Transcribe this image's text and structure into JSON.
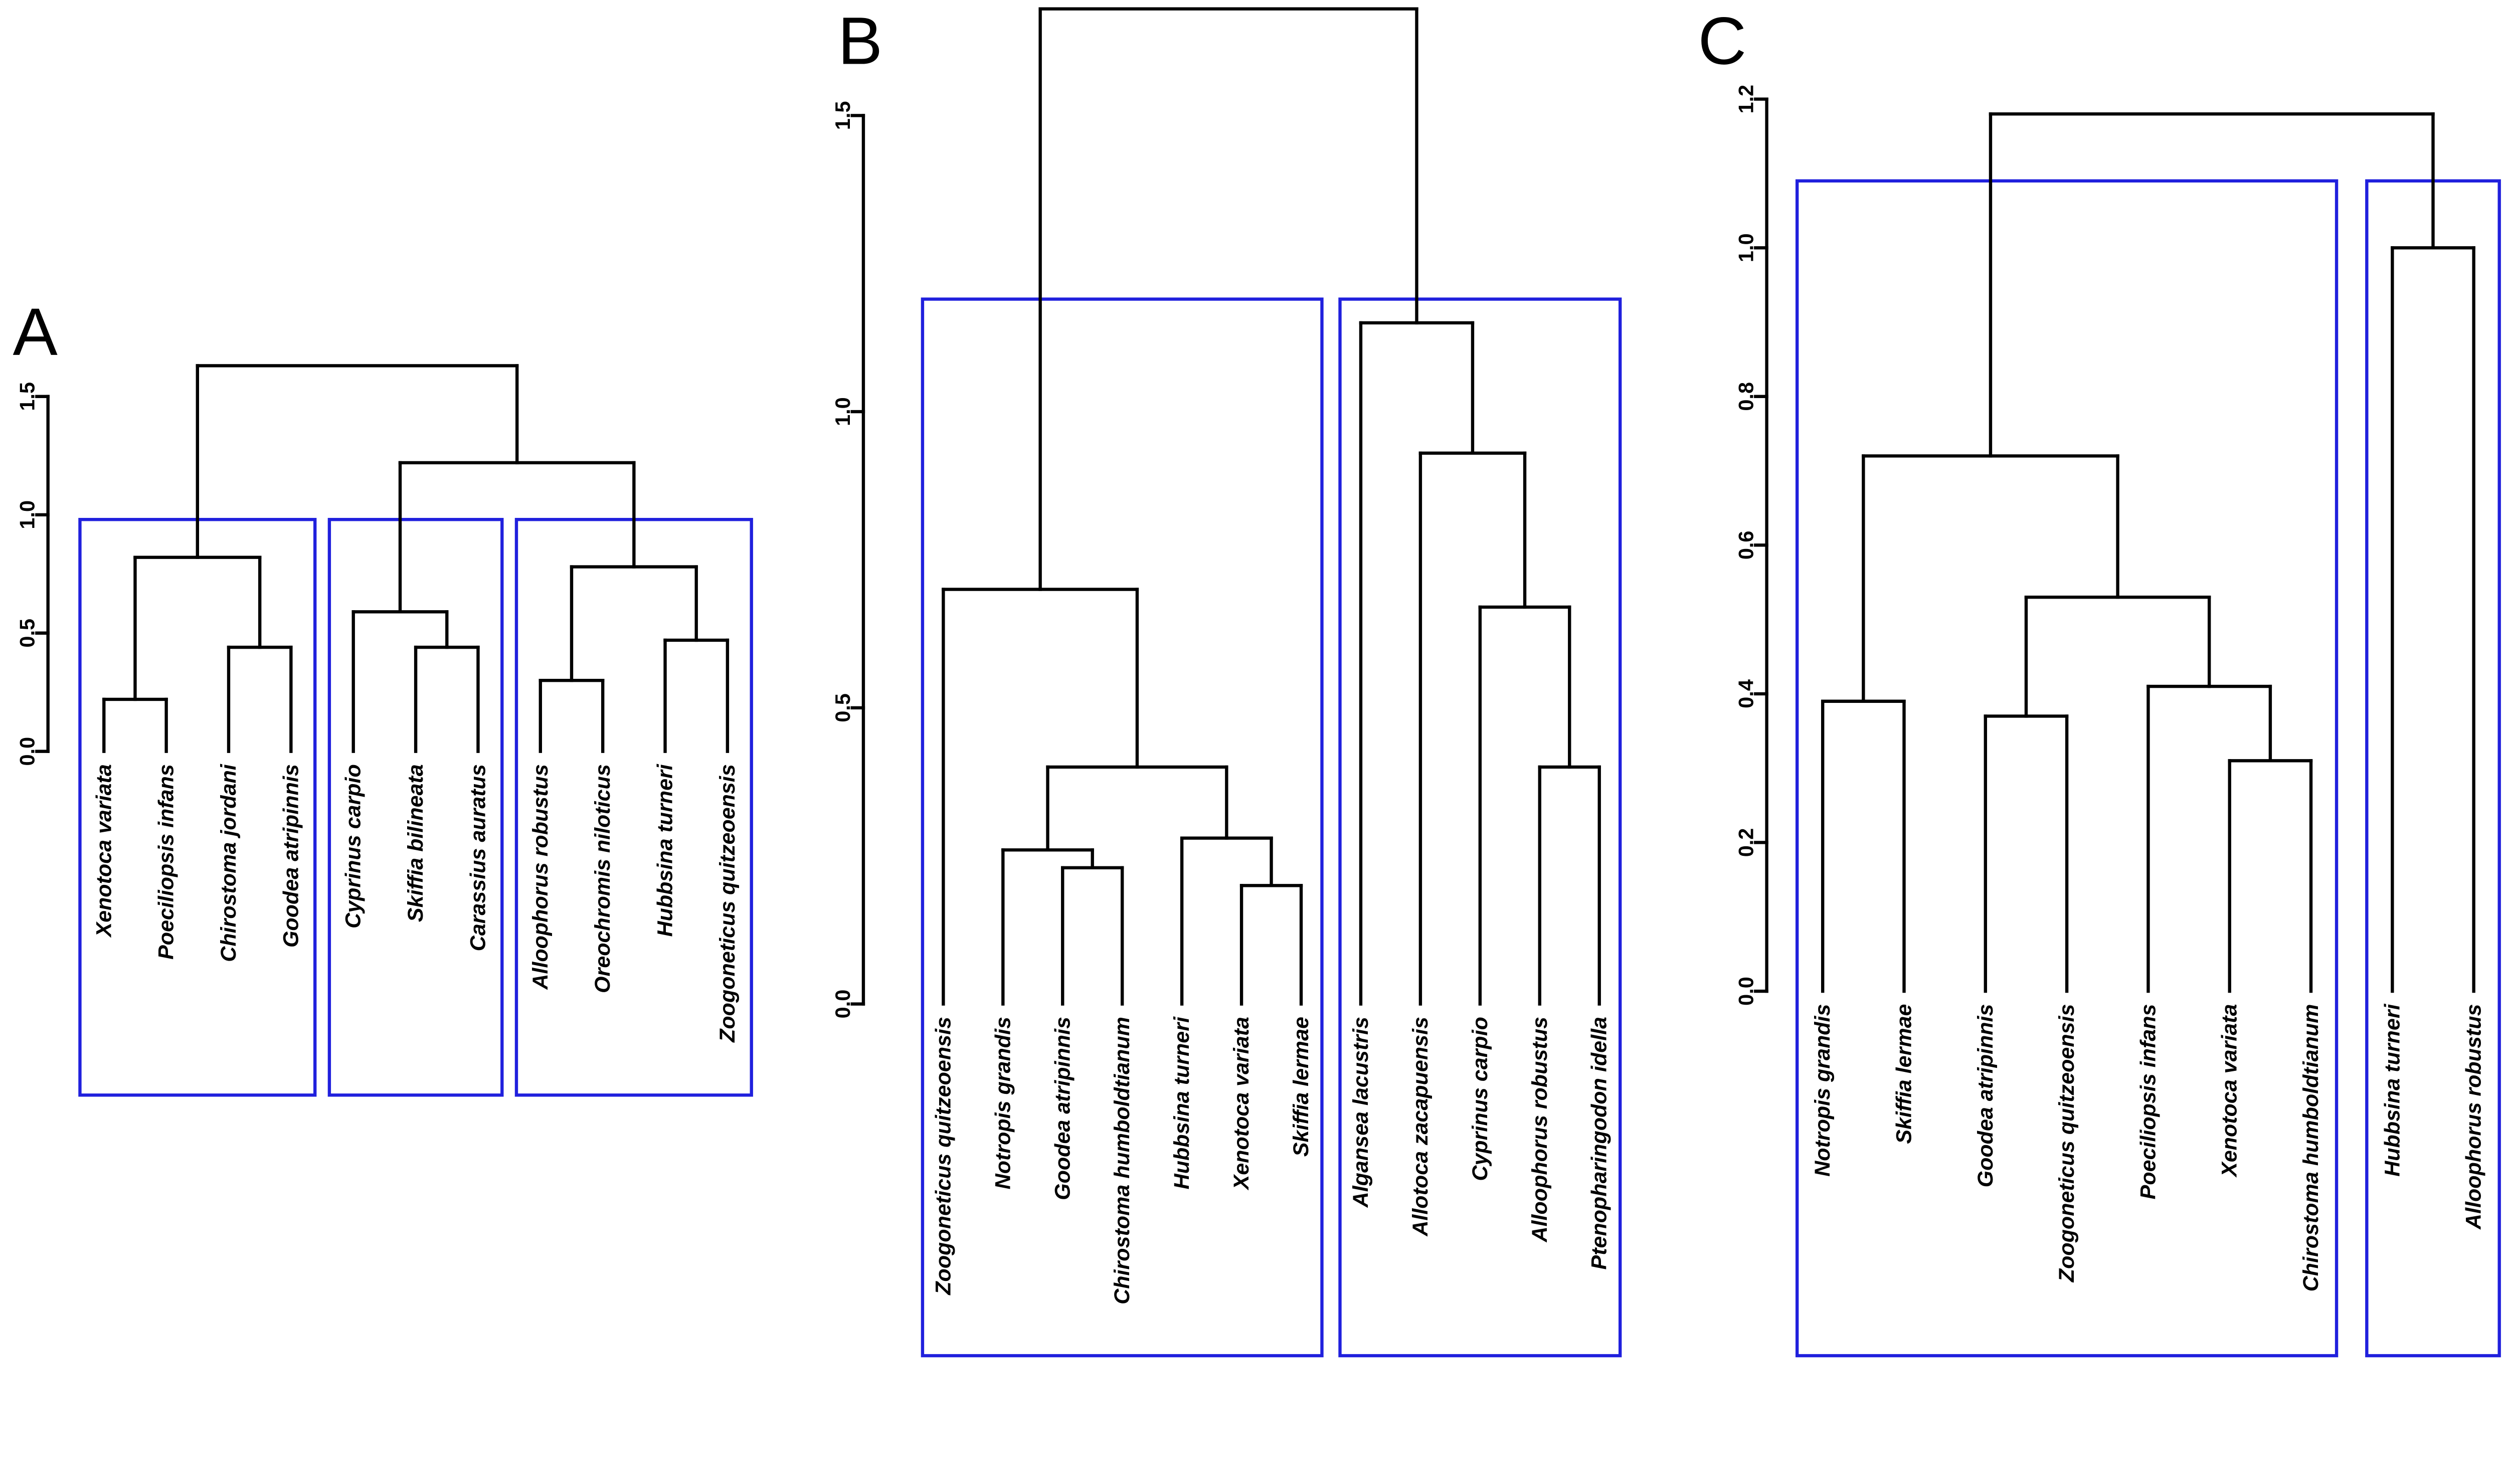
{
  "figure": {
    "title": "",
    "background": "#ffffff",
    "line_color": "#000000",
    "cluster_box_color": "#2020dd",
    "panel_labels": [
      "A",
      "B",
      "C"
    ]
  },
  "chart_data": [
    {
      "type": "dendrogram",
      "panel_label": "A",
      "ylabel": "",
      "axis_ticks": [
        "0.0",
        "0.5",
        "1.0",
        "1.5"
      ],
      "tick_values": [
        0,
        0.5,
        1.0,
        1.5
      ],
      "ylim": [
        0,
        1.7
      ],
      "leaves": [
        "Xenotoca variata",
        "Poeciliopsis infans",
        "Chirostoma jordani",
        "Goodea atripinnis",
        "Cyprinus carpio",
        "Skiffia bilineata",
        "Carassius auratus",
        "Alloophorus robustus",
        "Oreochromis niloticus",
        "Hubbsina turneri",
        "Zoogoneticus quitzeoensis"
      ],
      "tree": {
        "h": 1.63,
        "c": [
          {
            "h": 0.82,
            "c": [
              {
                "h": 0.22,
                "c": [
                  {
                    "i": 0
                  },
                  {
                    "i": 1
                  }
                ]
              },
              {
                "h": 0.44,
                "c": [
                  {
                    "i": 2
                  },
                  {
                    "i": 3
                  }
                ]
              }
            ]
          },
          {
            "h": 1.22,
            "c": [
              {
                "h": 0.59,
                "c": [
                  {
                    "i": 4
                  },
                  {
                    "h": 0.44,
                    "c": [
                      {
                        "i": 5
                      },
                      {
                        "i": 6
                      }
                    ]
                  }
                ]
              },
              {
                "h": 0.78,
                "c": [
                  {
                    "h": 0.3,
                    "c": [
                      {
                        "i": 7
                      },
                      {
                        "i": 8
                      }
                    ]
                  },
                  {
                    "h": 0.47,
                    "c": [
                      {
                        "i": 9
                      },
                      {
                        "i": 10
                      }
                    ]
                  }
                ]
              }
            ]
          }
        ]
      },
      "cluster_boxes": [
        {
          "from": 0,
          "to": 3,
          "top": 0.98
        },
        {
          "from": 4,
          "to": 6,
          "top": 0.98
        },
        {
          "from": 7,
          "to": 10,
          "top": 0.98
        }
      ]
    },
    {
      "type": "dendrogram",
      "panel_label": "B",
      "ylabel": "",
      "axis_ticks": [
        "0.0",
        "0.5",
        "1.0",
        "1.5"
      ],
      "tick_values": [
        0,
        0.5,
        1.0,
        1.5
      ],
      "ylim": [
        0,
        1.7
      ],
      "leaves": [
        "Zoogoneticus quitzeoensis",
        "Notropis grandis",
        "Goodea atripinnis",
        "Chirostoma humboldtianum",
        "Hubbsina turneri",
        "Xenotoca variata",
        "Skiffia lermae",
        "Algansea lacustris",
        "Allotoca zacapuensis",
        "Cyprinus carpio",
        "Alloophorus robustus",
        "Ptenopharingodon idella"
      ],
      "tree": {
        "h": 1.68,
        "c": [
          {
            "h": 0.7,
            "c": [
              {
                "i": 0
              },
              {
                "h": 0.4,
                "c": [
                  {
                    "h": 0.26,
                    "c": [
                      {
                        "i": 1
                      },
                      {
                        "h": 0.23,
                        "c": [
                          {
                            "i": 2
                          },
                          {
                            "i": 3
                          }
                        ]
                      }
                    ]
                  },
                  {
                    "h": 0.28,
                    "c": [
                      {
                        "i": 4
                      },
                      {
                        "h": 0.2,
                        "c": [
                          {
                            "i": 5
                          },
                          {
                            "i": 6
                          }
                        ]
                      }
                    ]
                  }
                ]
              }
            ]
          },
          {
            "h": 1.15,
            "c": [
              {
                "i": 7
              },
              {
                "h": 0.93,
                "c": [
                  {
                    "i": 8
                  },
                  {
                    "h": 0.67,
                    "c": [
                      {
                        "i": 9
                      },
                      {
                        "h": 0.4,
                        "c": [
                          {
                            "i": 10
                          },
                          {
                            "i": 11
                          }
                        ]
                      }
                    ]
                  }
                ]
              }
            ]
          }
        ]
      },
      "cluster_boxes": [
        {
          "from": 0,
          "to": 6,
          "top": 1.19
        },
        {
          "from": 7,
          "to": 11,
          "top": 1.19
        }
      ]
    },
    {
      "type": "dendrogram",
      "panel_label": "C",
      "ylabel": "",
      "axis_ticks": [
        "0.0",
        "0.2",
        "0.4",
        "0.6",
        "0.8",
        "1.0",
        "1.2"
      ],
      "tick_values": [
        0,
        0.2,
        0.4,
        0.6,
        0.8,
        1.0,
        1.2
      ],
      "ylim": [
        0,
        1.25
      ],
      "leaves": [
        "Notropis grandis",
        "Skiffia lermae",
        "Goodea atripinnis",
        "Zoogoneticus quitzeoensis",
        "Poeciliopsis infans",
        "Xenotoca variata",
        "Chirostoma humboldtianum",
        "Hubbsina turneri",
        "Alloophorus robustus"
      ],
      "tree": {
        "h": 1.18,
        "c": [
          {
            "h": 0.72,
            "c": [
              {
                "h": 0.39,
                "c": [
                  {
                    "i": 0
                  },
                  {
                    "i": 1
                  }
                ]
              },
              {
                "h": 0.53,
                "c": [
                  {
                    "h": 0.37,
                    "c": [
                      {
                        "i": 2
                      },
                      {
                        "i": 3
                      }
                    ]
                  },
                  {
                    "h": 0.41,
                    "c": [
                      {
                        "i": 4
                      },
                      {
                        "h": 0.31,
                        "c": [
                          {
                            "i": 5
                          },
                          {
                            "i": 6
                          }
                        ]
                      }
                    ]
                  }
                ]
              }
            ]
          },
          {
            "h": 1.0,
            "c": [
              {
                "i": 7
              },
              {
                "i": 8
              }
            ]
          }
        ]
      },
      "cluster_boxes": [
        {
          "from": 0,
          "to": 6,
          "top": 1.09
        },
        {
          "from": 7,
          "to": 8,
          "top": 1.09
        }
      ]
    }
  ]
}
